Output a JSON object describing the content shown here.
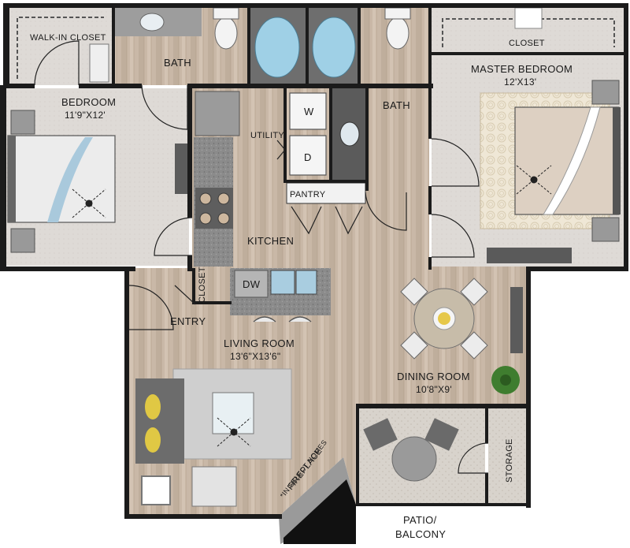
{
  "rooms": {
    "walk_in_closet": "WALK-IN CLOSET",
    "bath_left": "BATH",
    "bedroom": "BEDROOM",
    "bedroom_dim": "11'9\"X12'",
    "utility": "UTILITY",
    "washer": "W",
    "dryer": "D",
    "pantry": "PANTRY",
    "bath_right": "BATH",
    "closet_master": "CLOSET",
    "master_bedroom": "MASTER BEDROOM",
    "master_dim": "12'X13'",
    "kitchen": "KITCHEN",
    "closet_entry": "CLOSET",
    "dishwasher": "DW",
    "entry": "ENTRY",
    "living_room": "LIVING ROOM",
    "living_dim": "13'6\"X13'6\"",
    "dining_room": "DINING ROOM",
    "dining_dim": "10'8\"X9'",
    "fireplace_line1": "FIREPLACE",
    "fireplace_line2": "*IN SELECT HOMES",
    "storage": "STORAGE",
    "patio_line1": "PATIO/",
    "patio_line2": "BALCONY"
  },
  "colors": {
    "wall": "#1b1b1b",
    "floor_wood": "#c8b7a6",
    "floor_wood_dark": "#b5a290",
    "carpet": "#dcd8d4",
    "tile": "#8a8a8a",
    "counter": "#7a7a7a",
    "patio": "#d9d4cd",
    "tub": "#8fc6e0"
  }
}
